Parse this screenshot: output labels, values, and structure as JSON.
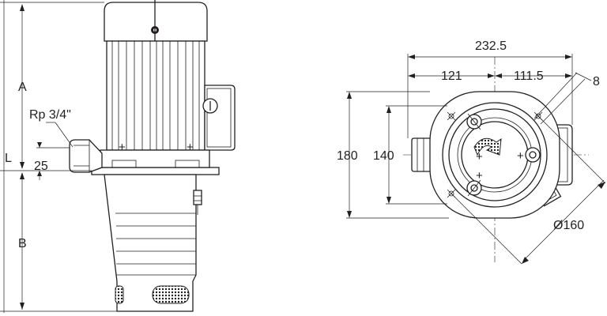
{
  "labels": {
    "dim_a": "A",
    "dim_l": "L",
    "dim_b": "B",
    "inlet": "Rp 3/4\"",
    "offset": "25",
    "overall_width": "232.5",
    "left_width": "121",
    "right_width": "111.5",
    "hole": "8",
    "height": "180",
    "inner_height": "140",
    "bolt_circle": "Ø160"
  }
}
